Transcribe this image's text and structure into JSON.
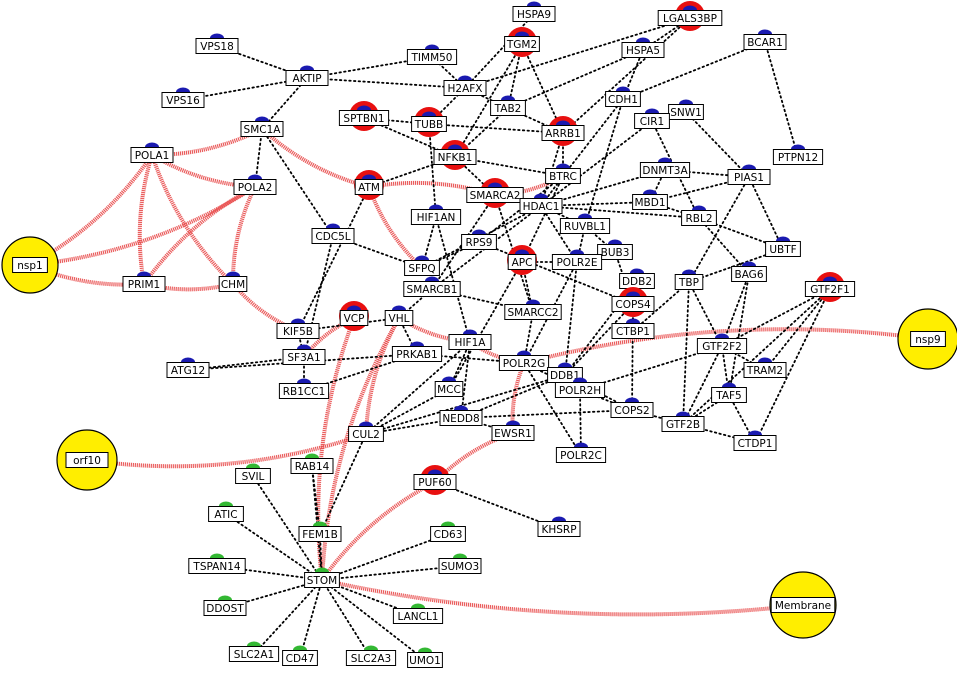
{
  "colors": {
    "background": "#ffffff",
    "dotted_edge": "#000000",
    "highlight_edge": "#e84a4a",
    "viral_node": "#ffee00",
    "human_node_marker": "#1a1ab0",
    "membrane_node_marker": "#33b833",
    "highlight_ring": "#e81010",
    "label_box": "#ffffff",
    "label_border": "#000000"
  },
  "viral_nodes": [
    {
      "id": "nsp1",
      "label": "nsp1"
    },
    {
      "id": "nsp9",
      "label": "nsp9"
    },
    {
      "id": "orf10",
      "label": "orf10"
    },
    {
      "id": "membrane",
      "label": "Membrane"
    }
  ],
  "nodes": [
    {
      "id": "HSPA9",
      "label": "HSPA9",
      "type": "human"
    },
    {
      "id": "LGALS3BP",
      "label": "LGALS3BP",
      "type": "human",
      "highlight": true
    },
    {
      "id": "TGM2",
      "label": "TGM2",
      "type": "human",
      "highlight": true
    },
    {
      "id": "HSPA5",
      "label": "HSPA5",
      "type": "human"
    },
    {
      "id": "BCAR1",
      "label": "BCAR1",
      "type": "human"
    },
    {
      "id": "VPS18",
      "label": "VPS18",
      "type": "human"
    },
    {
      "id": "TIMM50",
      "label": "TIMM50",
      "type": "human"
    },
    {
      "id": "AKTIP",
      "label": "AKTIP",
      "type": "human"
    },
    {
      "id": "H2AFX",
      "label": "H2AFX",
      "type": "human"
    },
    {
      "id": "VPS16",
      "label": "VPS16",
      "type": "human"
    },
    {
      "id": "CDH1",
      "label": "CDH1",
      "type": "human"
    },
    {
      "id": "TAB2",
      "label": "TAB2",
      "type": "human"
    },
    {
      "id": "SNW1",
      "label": "SNW1",
      "type": "human"
    },
    {
      "id": "SMC1A",
      "label": "SMC1A",
      "type": "human"
    },
    {
      "id": "SPTBN1",
      "label": "SPTBN1",
      "type": "human",
      "highlight": true
    },
    {
      "id": "TUBB",
      "label": "TUBB",
      "type": "human",
      "highlight": true
    },
    {
      "id": "ARRB1",
      "label": "ARRB1",
      "type": "human",
      "highlight": true
    },
    {
      "id": "CIR1",
      "label": "CIR1",
      "type": "human"
    },
    {
      "id": "POLA1",
      "label": "POLA1",
      "type": "human"
    },
    {
      "id": "NFKB1",
      "label": "NFKB1",
      "type": "human",
      "highlight": true
    },
    {
      "id": "PTPN12",
      "label": "PTPN12",
      "type": "human"
    },
    {
      "id": "DNMT3A",
      "label": "DNMT3A",
      "type": "human"
    },
    {
      "id": "BTRC",
      "label": "BTRC",
      "type": "human"
    },
    {
      "id": "ATM",
      "label": "ATM",
      "type": "human",
      "highlight": true
    },
    {
      "id": "POLA2",
      "label": "POLA2",
      "type": "human"
    },
    {
      "id": "PIAS1",
      "label": "PIAS1",
      "type": "human"
    },
    {
      "id": "SMARCA2",
      "label": "SMARCA2",
      "type": "human",
      "highlight": true
    },
    {
      "id": "MBD1",
      "label": "MBD1",
      "type": "human"
    },
    {
      "id": "HIF1AN",
      "label": "HIF1AN",
      "type": "human"
    },
    {
      "id": "HDAC1",
      "label": "HDAC1",
      "type": "human"
    },
    {
      "id": "RUVBL1",
      "label": "RUVBL1",
      "type": "human"
    },
    {
      "id": "RBL2",
      "label": "RBL2",
      "type": "human"
    },
    {
      "id": "CDC5L",
      "label": "CDC5L",
      "type": "human"
    },
    {
      "id": "RPS9",
      "label": "RPS9",
      "type": "human"
    },
    {
      "id": "BUB3",
      "label": "BUB3",
      "type": "human"
    },
    {
      "id": "UBTF",
      "label": "UBTF",
      "type": "human"
    },
    {
      "id": "APC",
      "label": "APC",
      "type": "human",
      "highlight": true
    },
    {
      "id": "POLR2E",
      "label": "POLR2E",
      "type": "human"
    },
    {
      "id": "SFPQ",
      "label": "SFPQ",
      "type": "human"
    },
    {
      "id": "PRIM1",
      "label": "PRIM1",
      "type": "human"
    },
    {
      "id": "CHM",
      "label": "CHM",
      "type": "human"
    },
    {
      "id": "DDB2",
      "label": "DDB2",
      "type": "human"
    },
    {
      "id": "TBP",
      "label": "TBP",
      "type": "human"
    },
    {
      "id": "BAG6",
      "label": "BAG6",
      "type": "human"
    },
    {
      "id": "GTF2F1",
      "label": "GTF2F1",
      "type": "human",
      "highlight": true
    },
    {
      "id": "SMARCB1",
      "label": "SMARCB1",
      "type": "human"
    },
    {
      "id": "COPS4",
      "label": "COPS4",
      "type": "human",
      "highlight": true
    },
    {
      "id": "KIF5B",
      "label": "KIF5B",
      "type": "human"
    },
    {
      "id": "VCP",
      "label": "VCP",
      "type": "human",
      "highlight": true
    },
    {
      "id": "VHL",
      "label": "VHL",
      "type": "human"
    },
    {
      "id": "SMARCC2",
      "label": "SMARCC2",
      "type": "human"
    },
    {
      "id": "CTBP1",
      "label": "CTBP1",
      "type": "human"
    },
    {
      "id": "HIF1A",
      "label": "HIF1A",
      "type": "human"
    },
    {
      "id": "SF3A1",
      "label": "SF3A1",
      "type": "human"
    },
    {
      "id": "PRKAB1",
      "label": "PRKAB1",
      "type": "human"
    },
    {
      "id": "POLR2G",
      "label": "POLR2G",
      "type": "human"
    },
    {
      "id": "GTF2F2",
      "label": "GTF2F2",
      "type": "human"
    },
    {
      "id": "ATG12",
      "label": "ATG12",
      "type": "human"
    },
    {
      "id": "DDB1",
      "label": "DDB1",
      "type": "human"
    },
    {
      "id": "TRAM2",
      "label": "TRAM2",
      "type": "human"
    },
    {
      "id": "RB1CC1",
      "label": "RB1CC1",
      "type": "human"
    },
    {
      "id": "MCC",
      "label": "MCC",
      "type": "human"
    },
    {
      "id": "POLR2H",
      "label": "POLR2H",
      "type": "human"
    },
    {
      "id": "TAF5",
      "label": "TAF5",
      "type": "human"
    },
    {
      "id": "NEDD8",
      "label": "NEDD8",
      "type": "human"
    },
    {
      "id": "COPS2",
      "label": "COPS2",
      "type": "human"
    },
    {
      "id": "GTF2B",
      "label": "GTF2B",
      "type": "human"
    },
    {
      "id": "EWSR1",
      "label": "EWSR1",
      "type": "human"
    },
    {
      "id": "CTDP1",
      "label": "CTDP1",
      "type": "human"
    },
    {
      "id": "CUL2",
      "label": "CUL2",
      "type": "human"
    },
    {
      "id": "POLR2C",
      "label": "POLR2C",
      "type": "human"
    },
    {
      "id": "SVIL",
      "label": "SVIL",
      "type": "membrane"
    },
    {
      "id": "RAB14",
      "label": "RAB14",
      "type": "membrane"
    },
    {
      "id": "PUF60",
      "label": "PUF60",
      "type": "human",
      "highlight": true
    },
    {
      "id": "ATIC",
      "label": "ATIC",
      "type": "membrane"
    },
    {
      "id": "KHSRP",
      "label": "KHSRP",
      "type": "human"
    },
    {
      "id": "FEM1B",
      "label": "FEM1B",
      "type": "membrane"
    },
    {
      "id": "CD63",
      "label": "CD63",
      "type": "membrane"
    },
    {
      "id": "TSPAN14",
      "label": "TSPAN14",
      "type": "membrane"
    },
    {
      "id": "SUMO3",
      "label": "SUMO3",
      "type": "membrane"
    },
    {
      "id": "STOM",
      "label": "STOM",
      "type": "membrane"
    },
    {
      "id": "DDOST",
      "label": "DDOST",
      "type": "membrane"
    },
    {
      "id": "LANCL1",
      "label": "LANCL1",
      "type": "membrane"
    },
    {
      "id": "SLC2A1",
      "label": "SLC2A1",
      "type": "membrane"
    },
    {
      "id": "CD47",
      "label": "CD47",
      "type": "membrane"
    },
    {
      "id": "SLC2A3",
      "label": "SLC2A3",
      "type": "membrane"
    },
    {
      "id": "UMO1",
      "label": "UMO1",
      "type": "membrane"
    }
  ],
  "highlight_edges": [
    [
      "nsp1",
      "POLA1"
    ],
    [
      "nsp1",
      "POLA2"
    ],
    [
      "nsp1",
      "PRIM1"
    ],
    [
      "POLA1",
      "PRIM1"
    ],
    [
      "POLA1",
      "POLA2"
    ],
    [
      "POLA1",
      "CHM"
    ],
    [
      "POLA1",
      "SMC1A"
    ],
    [
      "POLA2",
      "PRIM1"
    ],
    [
      "POLA2",
      "CHM"
    ],
    [
      "PRIM1",
      "CHM"
    ],
    [
      "CHM",
      "KIF5B"
    ],
    [
      "SMC1A",
      "ATM"
    ],
    [
      "ATM",
      "SFPQ"
    ],
    [
      "SMARCA2",
      "BTRC"
    ],
    [
      "SMARCA2",
      "ATM"
    ],
    [
      "VHL",
      "HIF1A"
    ],
    [
      "VHL",
      "CUL2"
    ],
    [
      "VCP",
      "SF3A1"
    ],
    [
      "VCP",
      "STOM"
    ],
    [
      "VHL",
      "STOM"
    ],
    [
      "HIF1A",
      "POLR2G"
    ],
    [
      "POLR2G",
      "EWSR1"
    ],
    [
      "EWSR1",
      "PUF60"
    ],
    [
      "PUF60",
      "STOM"
    ],
    [
      "nsp9",
      "POLR2G"
    ],
    [
      "orf10",
      "CUL2"
    ],
    [
      "STOM",
      "membrane"
    ]
  ],
  "dotted_edges": [
    [
      "VPS18",
      "AKTIP"
    ],
    [
      "VPS16",
      "AKTIP"
    ],
    [
      "AKTIP",
      "TIMM50"
    ],
    [
      "AKTIP",
      "SMC1A"
    ],
    [
      "AKTIP",
      "H2AFX"
    ],
    [
      "TIMM50",
      "H2AFX"
    ],
    [
      "HSPA9",
      "H2AFX"
    ],
    [
      "H2AFX",
      "TAB2"
    ],
    [
      "H2AFX",
      "LGALS3BP"
    ],
    [
      "H2AFX",
      "TUBB"
    ],
    [
      "TGM2",
      "TAB2"
    ],
    [
      "TGM2",
      "ARRB1"
    ],
    [
      "TGM2",
      "NFKB1"
    ],
    [
      "HSPA5",
      "TAB2"
    ],
    [
      "HSPA5",
      "CDH1"
    ],
    [
      "LGALS3BP",
      "HSPA5"
    ],
    [
      "LGALS3BP",
      "ARRB1"
    ],
    [
      "BCAR1",
      "PTPN12"
    ],
    [
      "BCAR1",
      "CDH1"
    ],
    [
      "TAB2",
      "ARRB1"
    ],
    [
      "TAB2",
      "NFKB1"
    ],
    [
      "TUBB",
      "ARRB1"
    ],
    [
      "TUBB",
      "HIF1AN"
    ],
    [
      "SPTBN1",
      "NFKB1"
    ],
    [
      "SPTBN1",
      "TUBB"
    ],
    [
      "NFKB1",
      "BTRC"
    ],
    [
      "NFKB1",
      "SMARCA2"
    ],
    [
      "NFKB1",
      "ATM"
    ],
    [
      "ARRB1",
      "BTRC"
    ],
    [
      "ARRB1",
      "HDAC1"
    ],
    [
      "CDH1",
      "BTRC"
    ],
    [
      "CDH1",
      "RUVBL1"
    ],
    [
      "CIR1",
      "SNW1"
    ],
    [
      "CIR1",
      "RBL2"
    ],
    [
      "CIR1",
      "HDAC1"
    ],
    [
      "SNW1",
      "PIAS1"
    ],
    [
      "DNMT3A",
      "HDAC1"
    ],
    [
      "DNMT3A",
      "MBD1"
    ],
    [
      "DNMT3A",
      "PIAS1"
    ],
    [
      "PIAS1",
      "MBD1"
    ],
    [
      "PIAS1",
      "TBP"
    ],
    [
      "PIAS1",
      "UBTF"
    ],
    [
      "MBD1",
      "HDAC1"
    ],
    [
      "MBD1",
      "RBL2"
    ],
    [
      "RBL2",
      "HDAC1"
    ],
    [
      "RBL2",
      "BAG6"
    ],
    [
      "BTRC",
      "HDAC1"
    ],
    [
      "BTRC",
      "RPS9"
    ],
    [
      "BTRC",
      "APC"
    ],
    [
      "HDAC1",
      "RUVBL1"
    ],
    [
      "HDAC1",
      "SMARCB1"
    ],
    [
      "HDAC1",
      "POLR2E"
    ],
    [
      "HDAC1",
      "SFPQ"
    ],
    [
      "RUVBL1",
      "BUB3"
    ],
    [
      "RUVBL1",
      "POLR2E"
    ],
    [
      "UBTF",
      "TBP"
    ],
    [
      "UBTF",
      "RBL2"
    ],
    [
      "SMARCA2",
      "HDAC1"
    ],
    [
      "SMARCA2",
      "SMARCB1"
    ],
    [
      "SMARCA2",
      "SMARCC2"
    ],
    [
      "HIF1AN",
      "SFPQ"
    ],
    [
      "HIF1AN",
      "HIF1A"
    ],
    [
      "CDC5L",
      "SFPQ"
    ],
    [
      "CDC5L",
      "SF3A1"
    ],
    [
      "RPS9",
      "SFPQ"
    ],
    [
      "RPS9",
      "COPS4"
    ],
    [
      "APC",
      "POLR2E"
    ],
    [
      "APC",
      "MCC"
    ],
    [
      "APC",
      "SMARCC2"
    ],
    [
      "POLR2E",
      "DDB1"
    ],
    [
      "POLR2E",
      "POLR2G"
    ],
    [
      "BUB3",
      "COPS4"
    ],
    [
      "DDB2",
      "DDB1"
    ],
    [
      "DDB2",
      "COPS4"
    ],
    [
      "TBP",
      "GTF2F2"
    ],
    [
      "TBP",
      "GTF2B"
    ],
    [
      "TBP",
      "CTBP1"
    ],
    [
      "BAG6",
      "GTF2F2"
    ],
    [
      "BAG6",
      "TAF5"
    ],
    [
      "GTF2F1",
      "GTF2F2"
    ],
    [
      "GTF2F1",
      "GTF2B"
    ],
    [
      "GTF2F1",
      "TRAM2"
    ],
    [
      "GTF2F1",
      "CTDP1"
    ],
    [
      "COPS4",
      "CTBP1"
    ],
    [
      "COPS4",
      "COPS2"
    ],
    [
      "COPS4",
      "DDB1"
    ],
    [
      "SMARCB1",
      "SMARCC2"
    ],
    [
      "SMARCB1",
      "VHL"
    ],
    [
      "SMARCC2",
      "POLR2G"
    ],
    [
      "KIF5B",
      "SF3A1"
    ],
    [
      "VHL",
      "PRKAB1"
    ],
    [
      "VHL",
      "KIF5B"
    ],
    [
      "HIF1A",
      "NEDD8"
    ],
    [
      "HIF1A",
      "CUL2"
    ],
    [
      "HIF1A",
      "MCC"
    ],
    [
      "SF3A1",
      "ATG12"
    ],
    [
      "SF3A1",
      "RB1CC1"
    ],
    [
      "ATG12",
      "PRKAB1"
    ],
    [
      "RB1CC1",
      "PRKAB1"
    ],
    [
      "PRKAB1",
      "POLR2G"
    ],
    [
      "POLR2G",
      "DDB1"
    ],
    [
      "POLR2G",
      "POLR2H"
    ],
    [
      "POLR2G",
      "POLR2C"
    ],
    [
      "GTF2F2",
      "POLR2H"
    ],
    [
      "GTF2F2",
      "TAF5"
    ],
    [
      "GTF2F2",
      "GTF2B"
    ],
    [
      "GTF2F2",
      "TRAM2"
    ],
    [
      "DDB1",
      "CUL2"
    ],
    [
      "DDB1",
      "POLR2H"
    ],
    [
      "DDB1",
      "NEDD8"
    ],
    [
      "POLR2H",
      "POLR2C"
    ],
    [
      "POLR2H",
      "COPS2"
    ],
    [
      "TAF5",
      "GTF2B"
    ],
    [
      "TAF5",
      "CTDP1"
    ],
    [
      "COPS2",
      "GTF2B"
    ],
    [
      "COPS2",
      "NEDD8"
    ],
    [
      "GTF2B",
      "CTDP1"
    ],
    [
      "CUL2",
      "NEDD8"
    ],
    [
      "CUL2",
      "FEM1B"
    ],
    [
      "EWSR1",
      "NEDD8"
    ],
    [
      "PUF60",
      "KHSRP"
    ],
    [
      "SVIL",
      "STOM"
    ],
    [
      "RAB14",
      "STOM"
    ],
    [
      "RAB14",
      "FEM1B"
    ],
    [
      "ATIC",
      "STOM"
    ],
    [
      "FEM1B",
      "STOM"
    ],
    [
      "CD63",
      "STOM"
    ],
    [
      "TSPAN14",
      "STOM"
    ],
    [
      "SUMO3",
      "STOM"
    ],
    [
      "DDOST",
      "STOM"
    ],
    [
      "LANCL1",
      "STOM"
    ],
    [
      "SLC2A1",
      "STOM"
    ],
    [
      "CD47",
      "STOM"
    ],
    [
      "SLC2A3",
      "STOM"
    ],
    [
      "UMO1",
      "STOM"
    ],
    [
      "KIF5B",
      "ATM"
    ],
    [
      "CDC5L",
      "SMC1A"
    ],
    [
      "POLA2",
      "SMC1A"
    ],
    [
      "MCC",
      "CUL2"
    ],
    [
      "COPS2",
      "DDB1"
    ]
  ]
}
